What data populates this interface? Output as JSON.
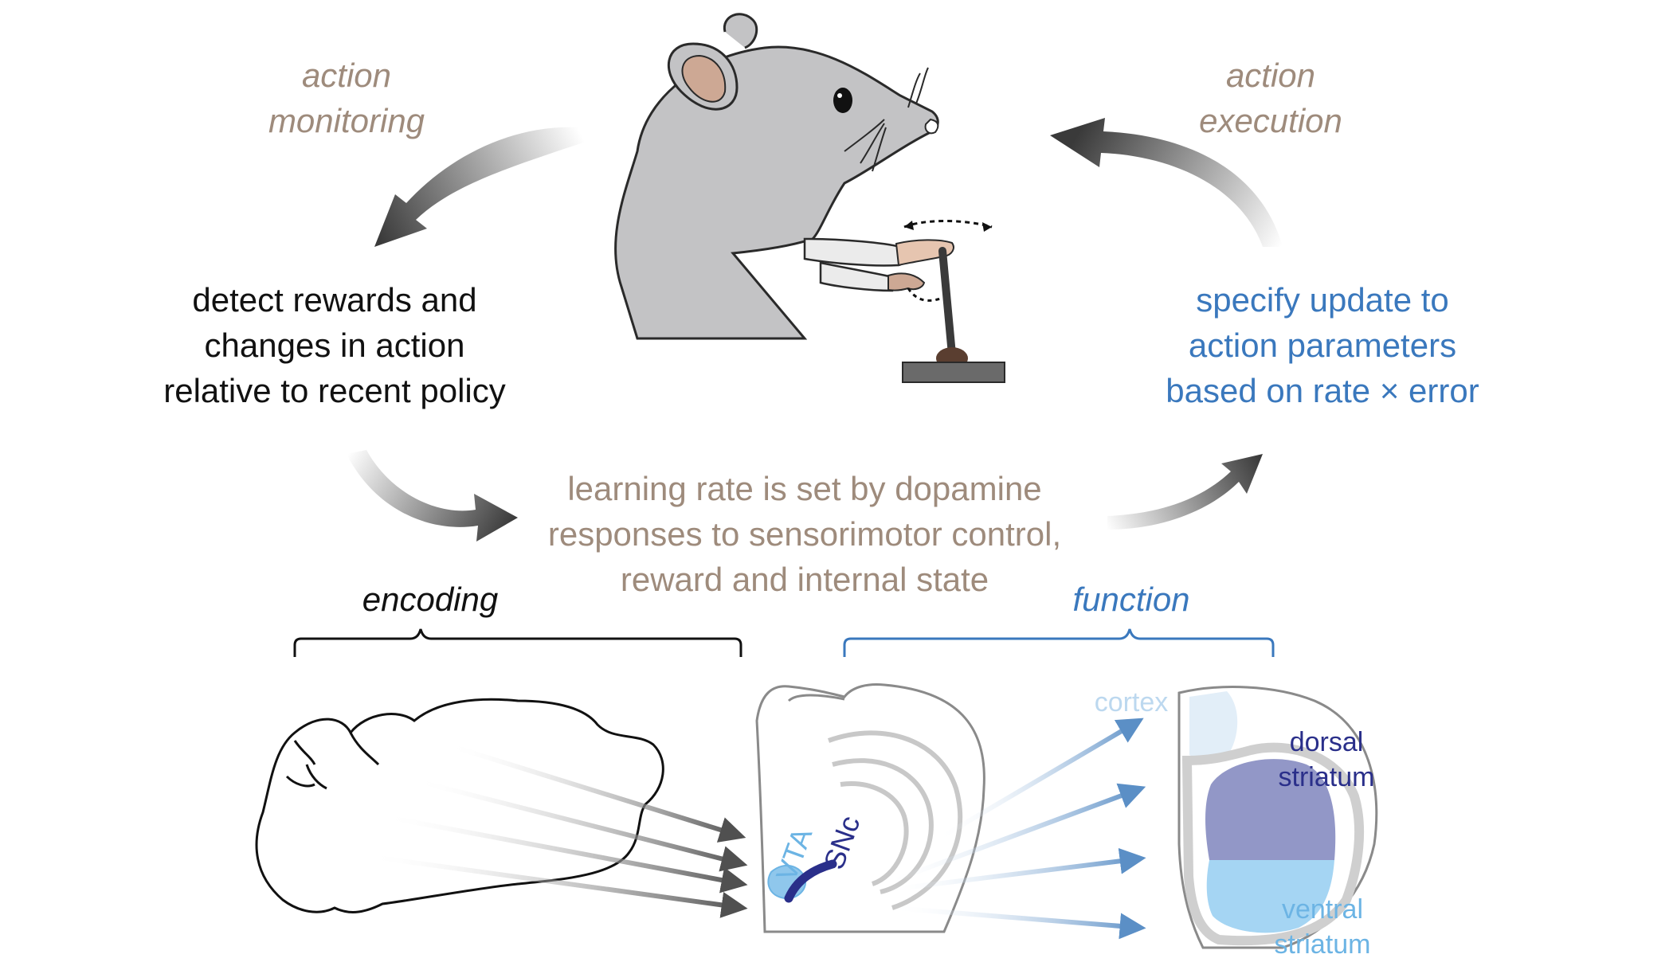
{
  "colors": {
    "brown": "#9e8b7c",
    "blue": "#3a78bd",
    "black": "#111111",
    "navy": "#2a2f8a",
    "light_blue": "#6cb4e4",
    "pale_blue": "#bcd8ef",
    "mouse_gray": "#c3c3c5",
    "ear_pink": "#cda894",
    "arrow_blue": "#5f8fc4"
  },
  "labels": {
    "action_monitoring": [
      "action",
      "monitoring"
    ],
    "action_execution": [
      "action",
      "execution"
    ],
    "detect": [
      "detect rewards and",
      "changes in action",
      "relative to recent policy"
    ],
    "specify": [
      "specify update to",
      "action parameters",
      "based on rate × error"
    ],
    "learning_rate": [
      "learning rate is set by dopamine",
      "responses to sensorimotor control,",
      "reward and internal state"
    ],
    "encoding": "encoding",
    "function": "function",
    "vta": "VTA",
    "snc": "SNc",
    "cortex": "cortex",
    "dorsal_striatum": [
      "dorsal",
      "striatum"
    ],
    "ventral_striatum": [
      "ventral",
      "striatum"
    ]
  },
  "icons": [
    "mouse-icon",
    "joystick-icon",
    "sagittal-brain-icon",
    "coronal-midbrain-icon",
    "coronal-striatum-icon"
  ]
}
